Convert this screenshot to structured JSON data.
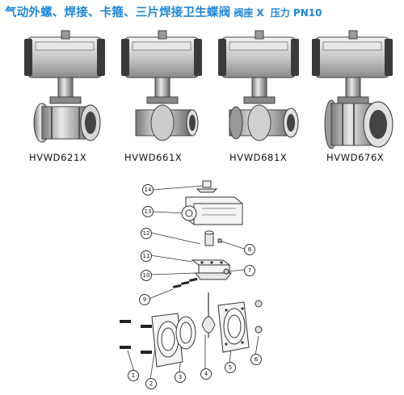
{
  "header": {
    "title": "气动外螺、焊接、卡箍、三片焊接卫生蝶阀",
    "spec_seat": "阀座 X",
    "spec_pressure": "压力 PN10"
  },
  "products": [
    {
      "model": "HVWD621X"
    },
    {
      "model": "HVWD661X"
    },
    {
      "model": "HVWD681X"
    },
    {
      "model": "HVWD676X"
    }
  ],
  "diagram": {
    "callouts": [
      "1",
      "2",
      "3",
      "4",
      "5",
      "6",
      "7",
      "8",
      "9",
      "10",
      "11",
      "12",
      "13",
      "14"
    ]
  },
  "colors": {
    "title": "#1f86d6",
    "metal_light": "#dcdcdc",
    "metal_dark": "#555555",
    "outline": "#333333"
  }
}
